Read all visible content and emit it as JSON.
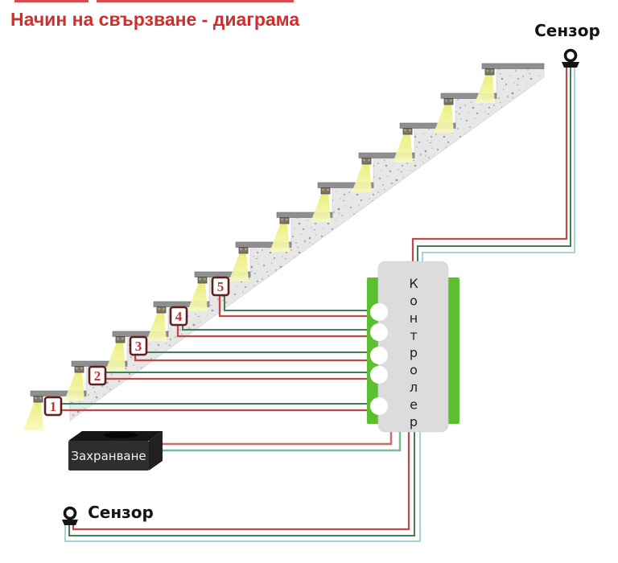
{
  "title": {
    "text": "Начин на свързване - диаграма",
    "color": "#cf2e2e"
  },
  "top_sensor": {
    "label": "Сензор"
  },
  "bottom_sensor": {
    "label": "Сензор"
  },
  "controller": {
    "label": "Контролер",
    "letters": [
      "К",
      "о",
      "н",
      "т",
      "р",
      "о",
      "л",
      "е",
      "р"
    ],
    "terminals": 5,
    "body_color": "#dcdcdc",
    "strip_color": "#5bbf30"
  },
  "power_supply": {
    "label": "Захранване",
    "body_color": "#2e2e2e",
    "label_color": "#f0f0f0"
  },
  "staircase": {
    "steps_total": 12,
    "numbered": [
      "1",
      "2",
      "3",
      "4",
      "5"
    ],
    "number_color": "#c63232",
    "badge_border_color": "#5f1f1f",
    "tread_color": "#8f8f8f",
    "concrete_base": "#e7e7e7",
    "light_color": "#eef07e"
  },
  "wires": {
    "red": "#c24848",
    "green": "#3f8056",
    "teal": "#a6d3d8",
    "power_red": "#d06a6a",
    "power_green": "#7cb892"
  }
}
